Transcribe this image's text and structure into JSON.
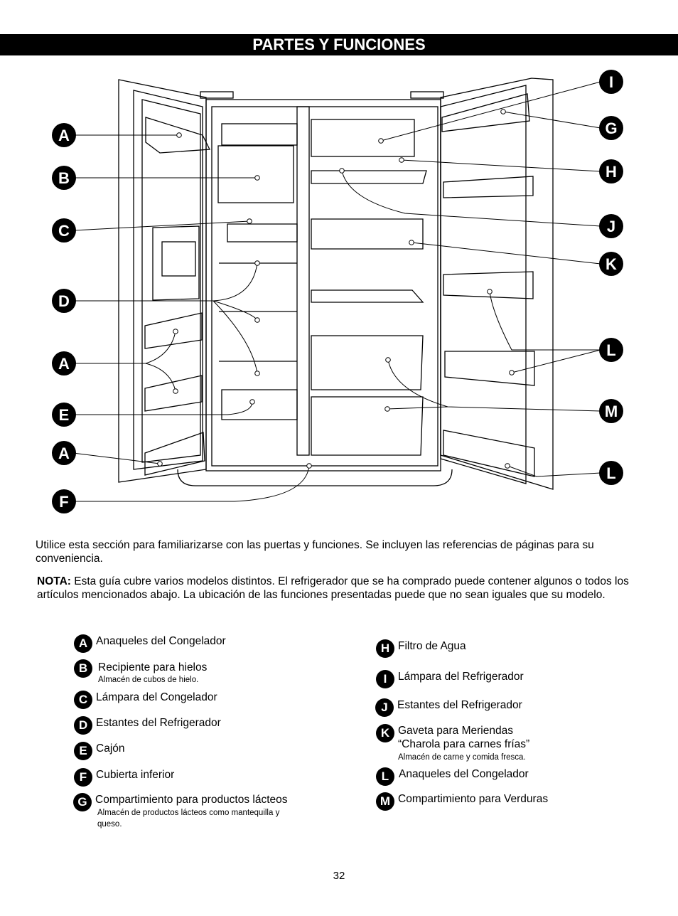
{
  "page": {
    "title": "PARTES Y FUNCIONES",
    "intro": "Utilice esta sección para familiarizarse con las puertas y funciones. Se incluyen las referencias de páginas para su conveniencia.",
    "note_label": "NOTA:",
    "note_text": " Esta guía cubre varios modelos distintos. El refrigerador que se ha comprado puede contener algunos o todos los artículos mencionados abajo. La ubicación de las funciones presentadas puede que no sean iguales que su modelo.",
    "page_number": "32"
  },
  "diagram": {
    "callouts_left": [
      "A",
      "B",
      "C",
      "D",
      "A",
      "E",
      "A",
      "F"
    ],
    "callouts_right": [
      "I",
      "G",
      "H",
      "J",
      "K",
      "L",
      "M",
      "L"
    ]
  },
  "legend": {
    "left": [
      {
        "letter": "A",
        "label": "Anaqueles del Congelador",
        "sub": ""
      },
      {
        "letter": "B",
        "label": "Recipiente para hielos",
        "sub": "Almacén de cubos de hielo."
      },
      {
        "letter": "C",
        "label": "Lámpara del Congelador",
        "sub": ""
      },
      {
        "letter": "D",
        "label": "Estantes del Refrigerador",
        "sub": ""
      },
      {
        "letter": "E",
        "label": "Cajón",
        "sub": ""
      },
      {
        "letter": "F",
        "label": "Cubierta inferior",
        "sub": ""
      },
      {
        "letter": "G",
        "label": "Compartimiento para productos lácteos",
        "sub": "Almacén de productos lácteos como mantequilla y",
        "sub2": "queso."
      }
    ],
    "right": [
      {
        "letter": "H",
        "label": "Filtro de Agua",
        "sub": ""
      },
      {
        "letter": "I",
        "label": "Lámpara del Refrigerador",
        "sub": ""
      },
      {
        "letter": "J",
        "label": "Estantes del Refrigerador",
        "sub": ""
      },
      {
        "letter": "K",
        "label": "Gaveta para Meriendas",
        "label2": "“Charola para carnes frías”",
        "sub": "Almacén de carne y comida fresca."
      },
      {
        "letter": "L",
        "label": "Anaqueles del Congelador",
        "sub": ""
      },
      {
        "letter": "M",
        "label": "Compartimiento para Verduras",
        "sub": ""
      }
    ]
  }
}
